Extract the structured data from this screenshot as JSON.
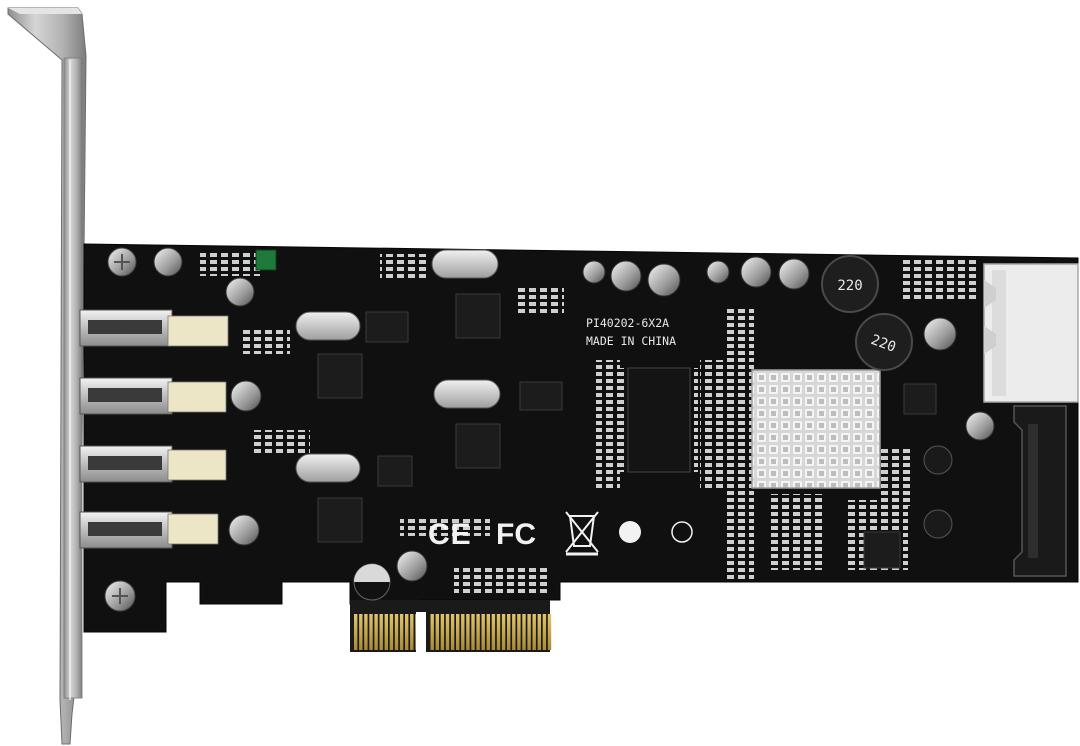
{
  "image": {
    "subject": "PCI Express USB 3.0 card",
    "board": {
      "model_marking": "PI40202-6X2A",
      "origin_marking": "MADE IN CHINA",
      "inductor_value": "220",
      "certifications": [
        "CE",
        "FC"
      ]
    },
    "ports": {
      "usb_count": 4
    },
    "colors": {
      "pcb": "#101010",
      "bracket": "#b9b9b9",
      "gold_fingers": "#c9a84a",
      "heatsink": "#cfcfcf",
      "molex_connector": "#ececec"
    }
  }
}
